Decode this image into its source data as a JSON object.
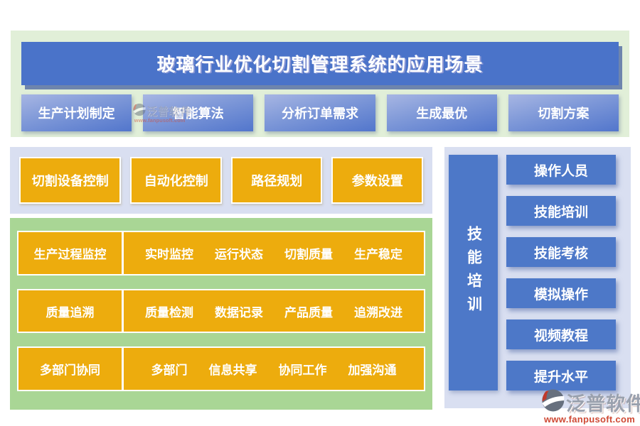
{
  "colors": {
    "title_blue": "#4a73c9",
    "button_blue": "#4d78c8",
    "orange": "#edac0d",
    "pale_green_bg": "#e1efd8",
    "green_bg": "#a9d695",
    "lavender_bg": "#d9dff1",
    "brand_red": "#cf4a35",
    "brand_gray": "#9aa1ae"
  },
  "header": {
    "title": "玻璃行业优化切割管理系统的应用场景",
    "buttons": [
      "生产计划制定",
      "智能算法",
      "分析订单需求",
      "生成最优",
      "切割方案"
    ]
  },
  "device_control": {
    "buttons": [
      "切割设备控制",
      "自动化控制",
      "路径规划",
      "参数设置"
    ]
  },
  "process_rows": [
    {
      "label": "生产过程监控",
      "items": [
        "实时监控",
        "运行状态",
        "切割质量",
        "生产稳定"
      ]
    },
    {
      "label": "质量追溯",
      "items": [
        "质量检测",
        "数据记录",
        "产品质量",
        "追溯改进"
      ]
    },
    {
      "label": "多部门协同",
      "items": [
        "多部门",
        "信息共享",
        "协同工作",
        "加强沟通"
      ]
    }
  ],
  "training": {
    "sidebar_label": "技能培训",
    "buttons": [
      "操作人员",
      "技能培训",
      "技能考核",
      "模拟操作",
      "视频教程",
      "提升水平"
    ]
  },
  "branding": {
    "name": "泛普软件",
    "url": "www.fanpusoft.com"
  }
}
